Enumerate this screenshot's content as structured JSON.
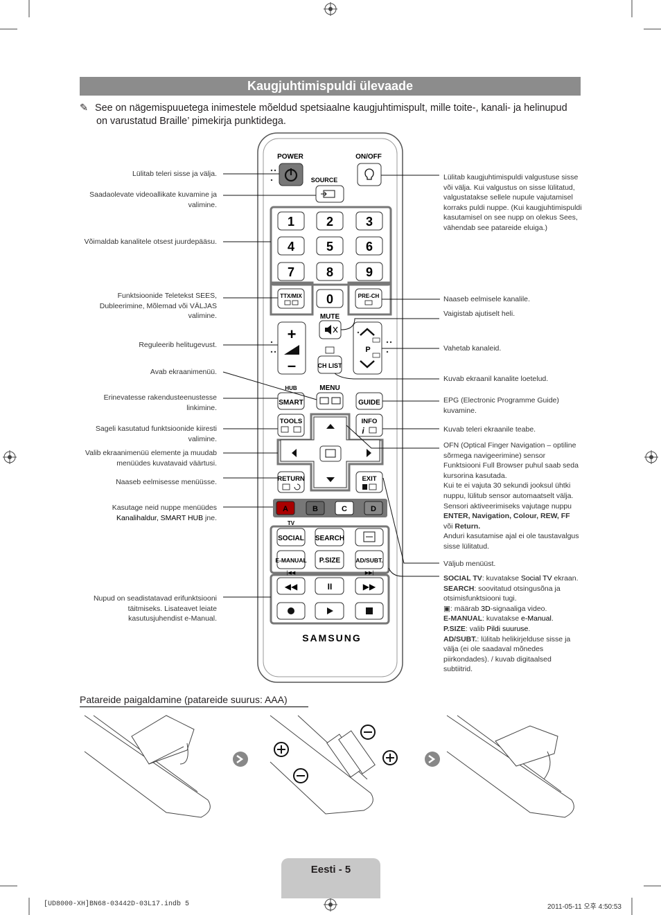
{
  "header": {
    "title": "Kaugjuhtimispuldi ülevaade"
  },
  "intro": {
    "line1": "See on nägemispuuetega inimestele mõeldud spetsiaalne kaugjuhtimispult, mille toite-, kanali- ja helinupud",
    "line2": "on varustatud Braille’ pimekirja punktidega."
  },
  "remote": {
    "power": "POWER",
    "onoff": "ON/OFF",
    "source": "SOURCE",
    "digits": [
      "1",
      "2",
      "3",
      "4",
      "5",
      "6",
      "7",
      "8",
      "9",
      "0"
    ],
    "ttx": "TTX/MIX",
    "prech": "PRE-CH",
    "mute": "MUTE",
    "p": "P",
    "chlist": "CH LIST",
    "hub": "HUB",
    "menu": "MENU",
    "smart": "SMART",
    "guide": "GUIDE",
    "tools": "TOOLS",
    "info": "INFO",
    "return": "RETURN",
    "exit": "EXIT",
    "colors": [
      "A",
      "B",
      "C",
      "D"
    ],
    "tv": "TV",
    "social": "SOCIAL",
    "search": "SEARCH",
    "emanual": "E-MANUAL",
    "psize": "P.SIZE",
    "adsubt": "AD/SUBT.",
    "brand": "SAMSUNG"
  },
  "left_labels": [
    "Lülitab teleri sisse ja välja.",
    "Saadaolevate videoallikate kuvamine ja valimine.",
    "Võimaldab kanalitele otsest juurdepääsu.",
    "Funktsioonide Teletekst SEES, Dubleerimine, Mõlemad või VÄLJAS valimine.",
    "Reguleerib helitugevust.",
    "Avab ekraanimenüü.",
    "Erinevatesse rakendusteenustesse linkimine.",
    "Sageli kasutatud funktsioonide kiiresti valimine.",
    "Valib ekraanimenüü elemente ja muudab menüüdes kuvatavaid väärtusi.",
    "Naaseb eelmisesse menüüsse.",
    "Kasutage neid nuppe menüüdes",
    "Kanalihaldur, SMART HUB",
    " jne.",
    "Nupud on seadistatavad erifunktsiooni täitmiseks. Lisateavet leiate kasutusjuhendist e-Manual."
  ],
  "right_labels": {
    "light": "Lülitab kaugjuhtimispuldi valgustuse sisse või välja. Kui valgustus on sisse lülitatud, valgustatakse sellele nupule vajutamisel korraks puldi nuppe. (Kui kaugjuhtimispuldi kasutamisel on see nupp on olekus Sees, vähendab see patareide eluiga.)",
    "prech": "Naaseb eelmisele kanalile.",
    "mute": "Vaigistab ajutiselt heli.",
    "channel": "Vahetab kanaleid.",
    "chlist": "Kuvab ekraanil kanalite loetelud.",
    "epg": "EPG (Electronic Programme Guide) kuvamine.",
    "info": "Kuvab teleri ekraanile teabe.",
    "ofn1": "OFN (Optical Finger Navigation – optiline sõrmega navigeerimine) sensor Funktsiooni Full Browser puhul saab seda kursorina kasutada.",
    "ofn2": "Kui te ei vajuta 30 sekundi jooksul ühtki nuppu, lülitub sensor automaatselt välja. Sensori aktiveerimiseks vajutage nuppu",
    "ofn3": "ENTER, Navigation, Colour, REW, FF",
    "ofn4": "või",
    "ofn5": "Return.",
    "ofn6": "Anduri kasutamise ajal ei ole taustavalgus sisse lülitatud.",
    "exit": "Väljub menüüst.",
    "soc_k": "SOCIAL TV",
    "soc_t": ": kuvatakse ",
    "soc_b": "Social TV",
    "soc_e": " ekraan.",
    "sea_k": "SEARCH",
    "sea_t": ": soovitatud otsingusõna ja otsimisfunktsiooni tugi.",
    "d3_t": ": määrab ",
    "d3_b": "3D",
    "d3_e": "-signaaliga video.",
    "em_k": "E-MANUAL",
    "em_t": ": kuvatakse ",
    "em_b": "e-Manual",
    "em_e": ".",
    "ps_k": "P.SIZE",
    "ps_t": ": valib ",
    "ps_b": "Pildi suuruse",
    "ps_e": ".",
    "ad_k": "AD/SUBT.",
    "ad_t": ": lülitab helikirjelduse sisse ja välja (ei ole saadaval mõnedes piirkondades). / kuvab digitaalsed subtiitrid."
  },
  "battery": {
    "heading": "Patareide paigaldamine (patareide suurus: AAA)"
  },
  "footer": {
    "page": "Eesti - 5",
    "file": "[UD8000-XH]BN68-03442D-03L17.indb   5",
    "date": "2011-05-11   오후 4:50:53"
  }
}
